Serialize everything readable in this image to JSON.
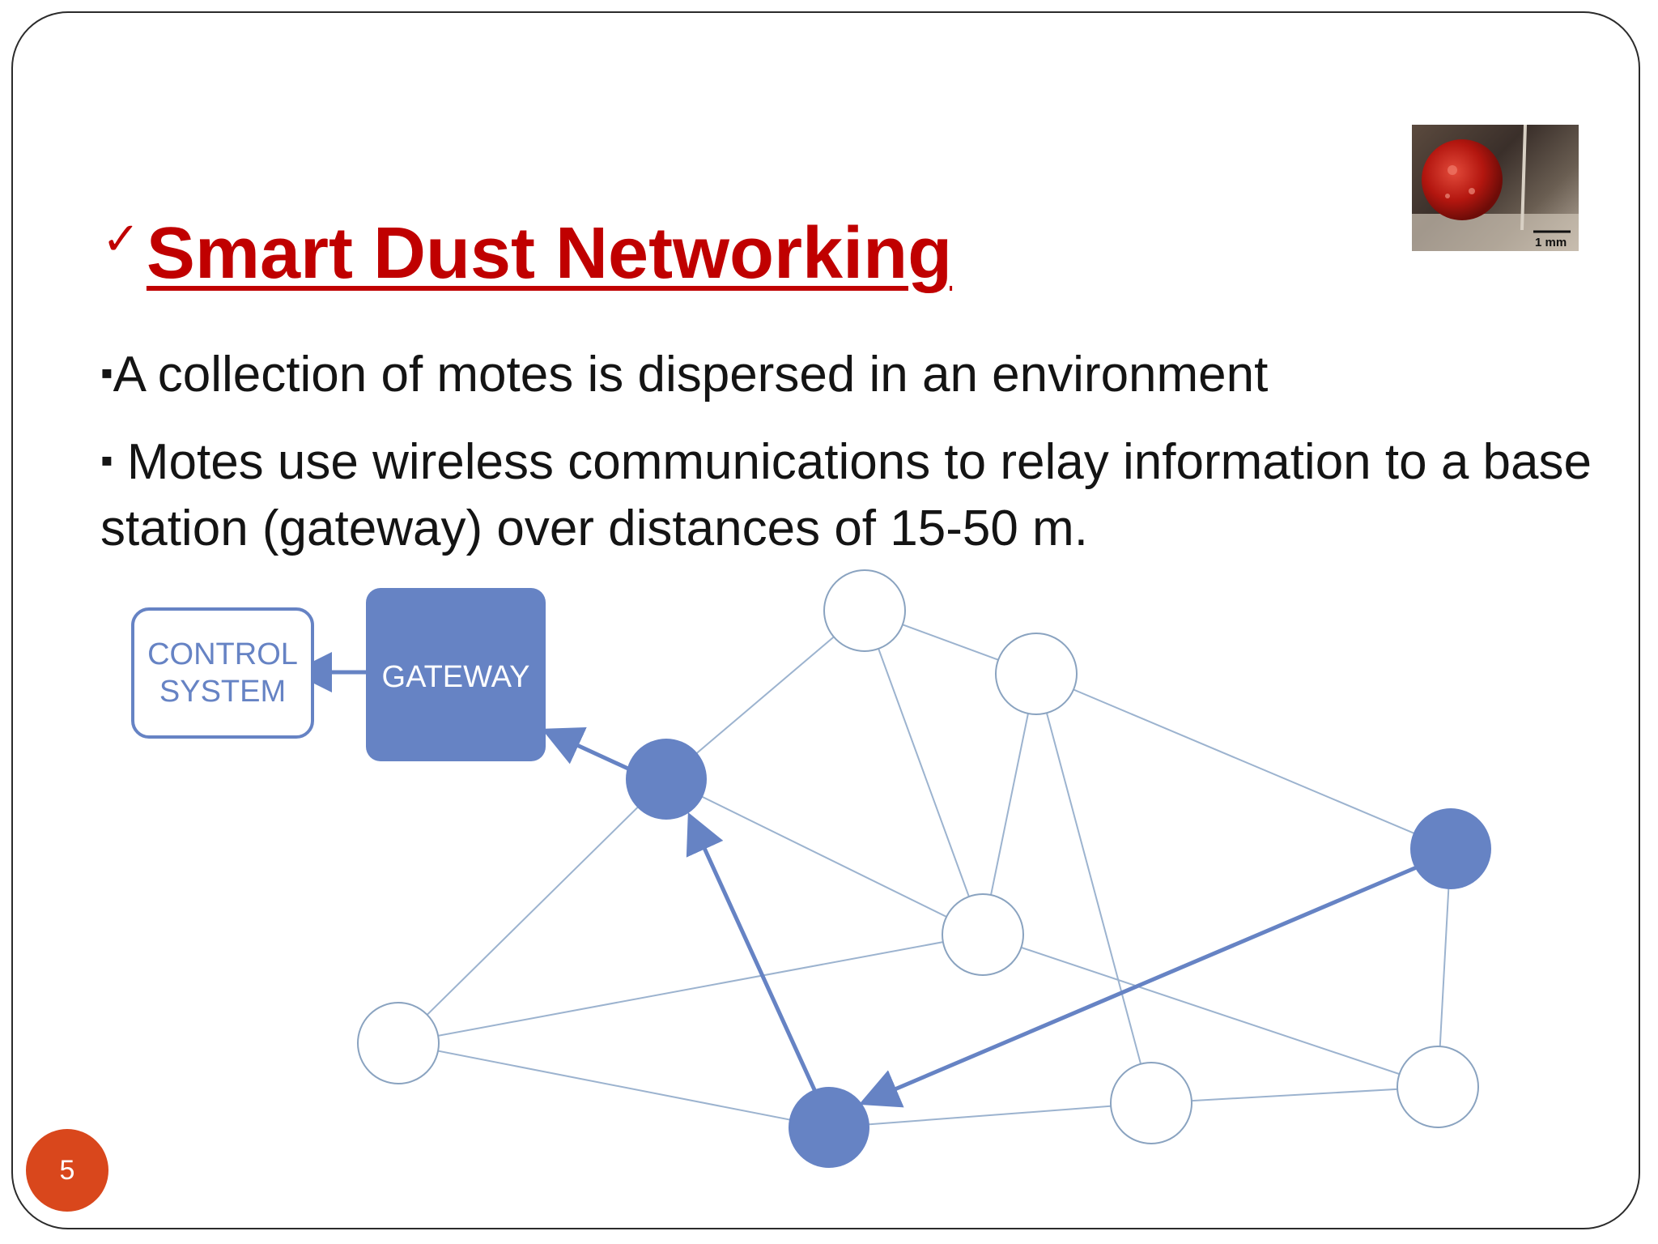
{
  "slide": {
    "title": "Smart Dust Networking",
    "check_icon": "check-icon",
    "bullets": [
      "A collection of motes is dispersed in an environment",
      " Motes use wireless communications to relay information to a base station (gateway) over distances of 15-50 m."
    ],
    "bullet_marker": "▪",
    "page_number": "5",
    "thumbnail_scale_label": "1 mm"
  },
  "diagram": {
    "control_system_lines": [
      "CONTROL",
      "SYSTEM"
    ],
    "gateway_label": "GATEWAY"
  },
  "colors": {
    "title_red": "#c00000",
    "node_blue": "#6683c4",
    "badge_orange": "#d9471c"
  }
}
